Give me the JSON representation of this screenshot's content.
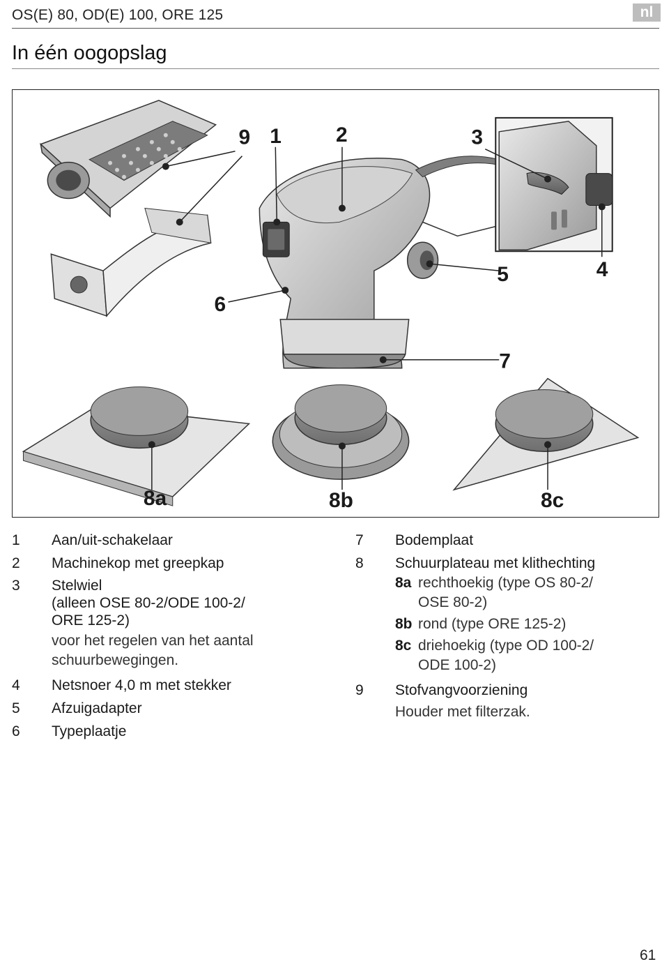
{
  "header": {
    "running_title": "OS(E) 80, OD(E) 100, ORE 125",
    "language": "nl"
  },
  "page_title": "In één oogopslag",
  "figure": {
    "callouts": {
      "c1": "1",
      "c2": "2",
      "c3": "3",
      "c4": "4",
      "c5": "5",
      "c6": "6",
      "c7": "7",
      "c8a": "8a",
      "c8b": "8b",
      "c8c": "8c",
      "c9": "9"
    }
  },
  "legend": {
    "left": [
      {
        "num": "1",
        "label": "Aan/uit-schakelaar"
      },
      {
        "num": "2",
        "label": "Machinekop met greepkap"
      },
      {
        "num": "3",
        "label": "Stelwiel",
        "label_line2": "(alleen OSE 80-2/ODE 100-2/",
        "label_line3": "ORE 125-2)",
        "desc_line1": "voor het regelen van het aantal",
        "desc_line2": "schuurbewegingen."
      },
      {
        "num": "4",
        "label": "Netsnoer 4,0 m met stekker"
      },
      {
        "num": "5",
        "label": "Afzuigadapter"
      },
      {
        "num": "6",
        "label": "Typeplaatje"
      }
    ],
    "right": [
      {
        "num": "7",
        "label": "Bodemplaat"
      },
      {
        "num": "8",
        "label": "Schuurplateau met klithechting",
        "subs": [
          {
            "num": "8a",
            "text": "rechthoekig (type OS 80-2/",
            "text2": "OSE 80-2)"
          },
          {
            "num": "8b",
            "text": "rond (type ORE 125-2)"
          },
          {
            "num": "8c",
            "text": "driehoekig (type OD 100-2/",
            "text2": "ODE 100-2)"
          }
        ]
      },
      {
        "num": "9",
        "label": "Stofvangvoorziening",
        "desc_line1": "Houder met filterzak."
      }
    ]
  },
  "page_number": "61"
}
